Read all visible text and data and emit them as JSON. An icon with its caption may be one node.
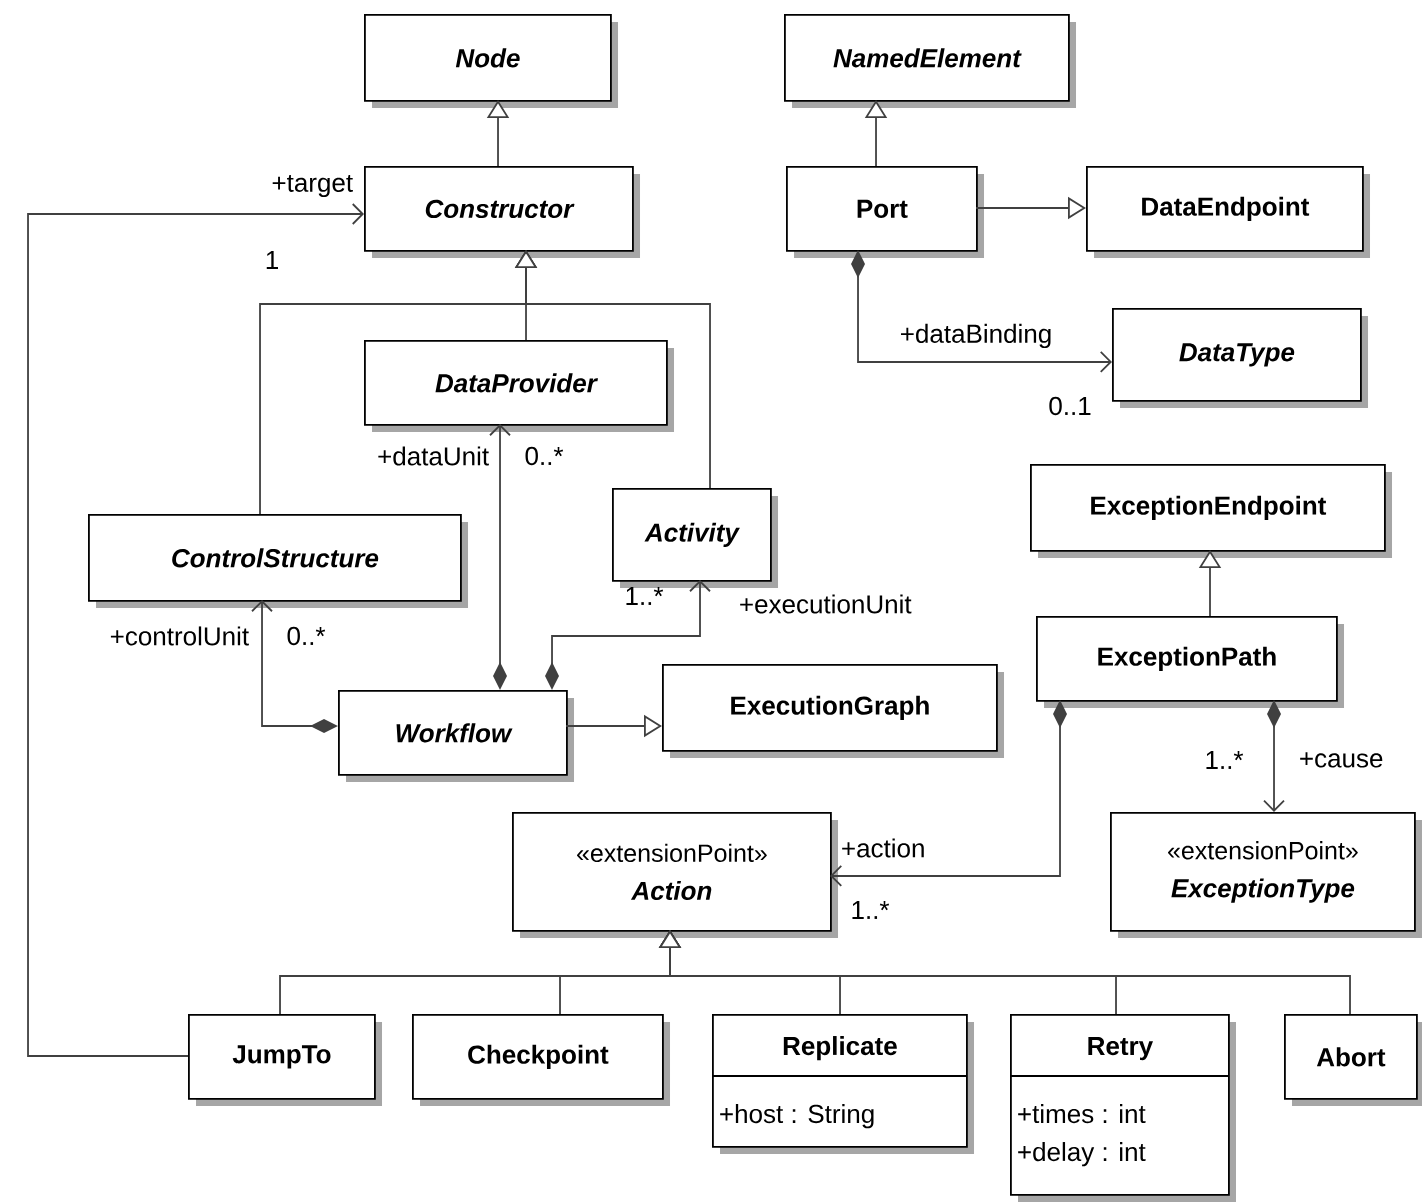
{
  "diagram": {
    "nodes": [
      {
        "text": [
          "Node"
        ]
      },
      {
        "text": [
          "NamedElement"
        ]
      },
      {
        "text": [
          "Constructor"
        ]
      },
      {
        "text": [
          "Port"
        ]
      },
      {
        "text": [
          "DataEndpoint"
        ]
      },
      {
        "text": [
          "DataProvider"
        ]
      },
      {
        "text": [
          "DataType"
        ]
      },
      {
        "text": [
          "ControlStructure"
        ]
      },
      {
        "text": [
          "Activity"
        ]
      },
      {
        "text": [
          "ExceptionEndpoint"
        ]
      },
      {
        "text": [
          "ExceptionPath"
        ]
      },
      {
        "text": [
          "Workflow"
        ]
      },
      {
        "text": [
          "ExecutionGraph"
        ]
      },
      {
        "text": [
          "«extensionPoint»",
          "Action"
        ]
      },
      {
        "text": [
          "«extensionPoint»",
          "ExceptionType"
        ]
      },
      {
        "text": [
          "JumpTo"
        ]
      },
      {
        "text": [
          "Checkpoint"
        ]
      },
      {
        "text": [
          "Replicate",
          "+host : String"
        ]
      },
      {
        "text": [
          "Retry",
          "+times : int",
          "+delay : int"
        ]
      },
      {
        "text": [
          "Abort"
        ]
      }
    ],
    "edges": [
      {
        "from": 2,
        "to": 0,
        "arrow": "to"
      },
      {
        "from": 3,
        "to": 1,
        "arrow": "to"
      },
      {
        "from": 3,
        "to": 4,
        "arrow": "to"
      },
      {
        "from": 3,
        "to": 6,
        "arrow": "to",
        "label": "+dataBinding"
      },
      {
        "from": 5,
        "to": 2,
        "arrow": "to"
      },
      {
        "from": 7,
        "to": 2,
        "arrow": "to"
      },
      {
        "from": 8,
        "to": 2,
        "arrow": "to"
      },
      {
        "from": 11,
        "to": 5,
        "arrow": "to",
        "label": "+dataUnit"
      },
      {
        "from": 11,
        "to": 8,
        "arrow": "to",
        "label": "+executionUnit"
      },
      {
        "from": 11,
        "to": 7,
        "arrow": "to",
        "label": "+controlUnit"
      },
      {
        "from": 11,
        "to": 12,
        "arrow": "to"
      },
      {
        "from": 10,
        "to": 9,
        "arrow": "to"
      },
      {
        "from": 10,
        "to": 13,
        "arrow": "to",
        "label": "+action"
      },
      {
        "from": 10,
        "to": 14,
        "arrow": "to",
        "label": "+cause"
      },
      {
        "from": 15,
        "to": 13,
        "arrow": "to"
      },
      {
        "from": 16,
        "to": 13,
        "arrow": "to"
      },
      {
        "from": 17,
        "to": 13,
        "arrow": "to"
      },
      {
        "from": 18,
        "to": 13,
        "arrow": "to"
      },
      {
        "from": 19,
        "to": 13,
        "arrow": "to"
      },
      {
        "from": 15,
        "to": 2,
        "arrow": "to",
        "label": "+target"
      }
    ],
    "labels": [
      "1",
      "0..1",
      "0..*",
      "1..*",
      "0..*",
      "1..*",
      "1..*"
    ]
  }
}
